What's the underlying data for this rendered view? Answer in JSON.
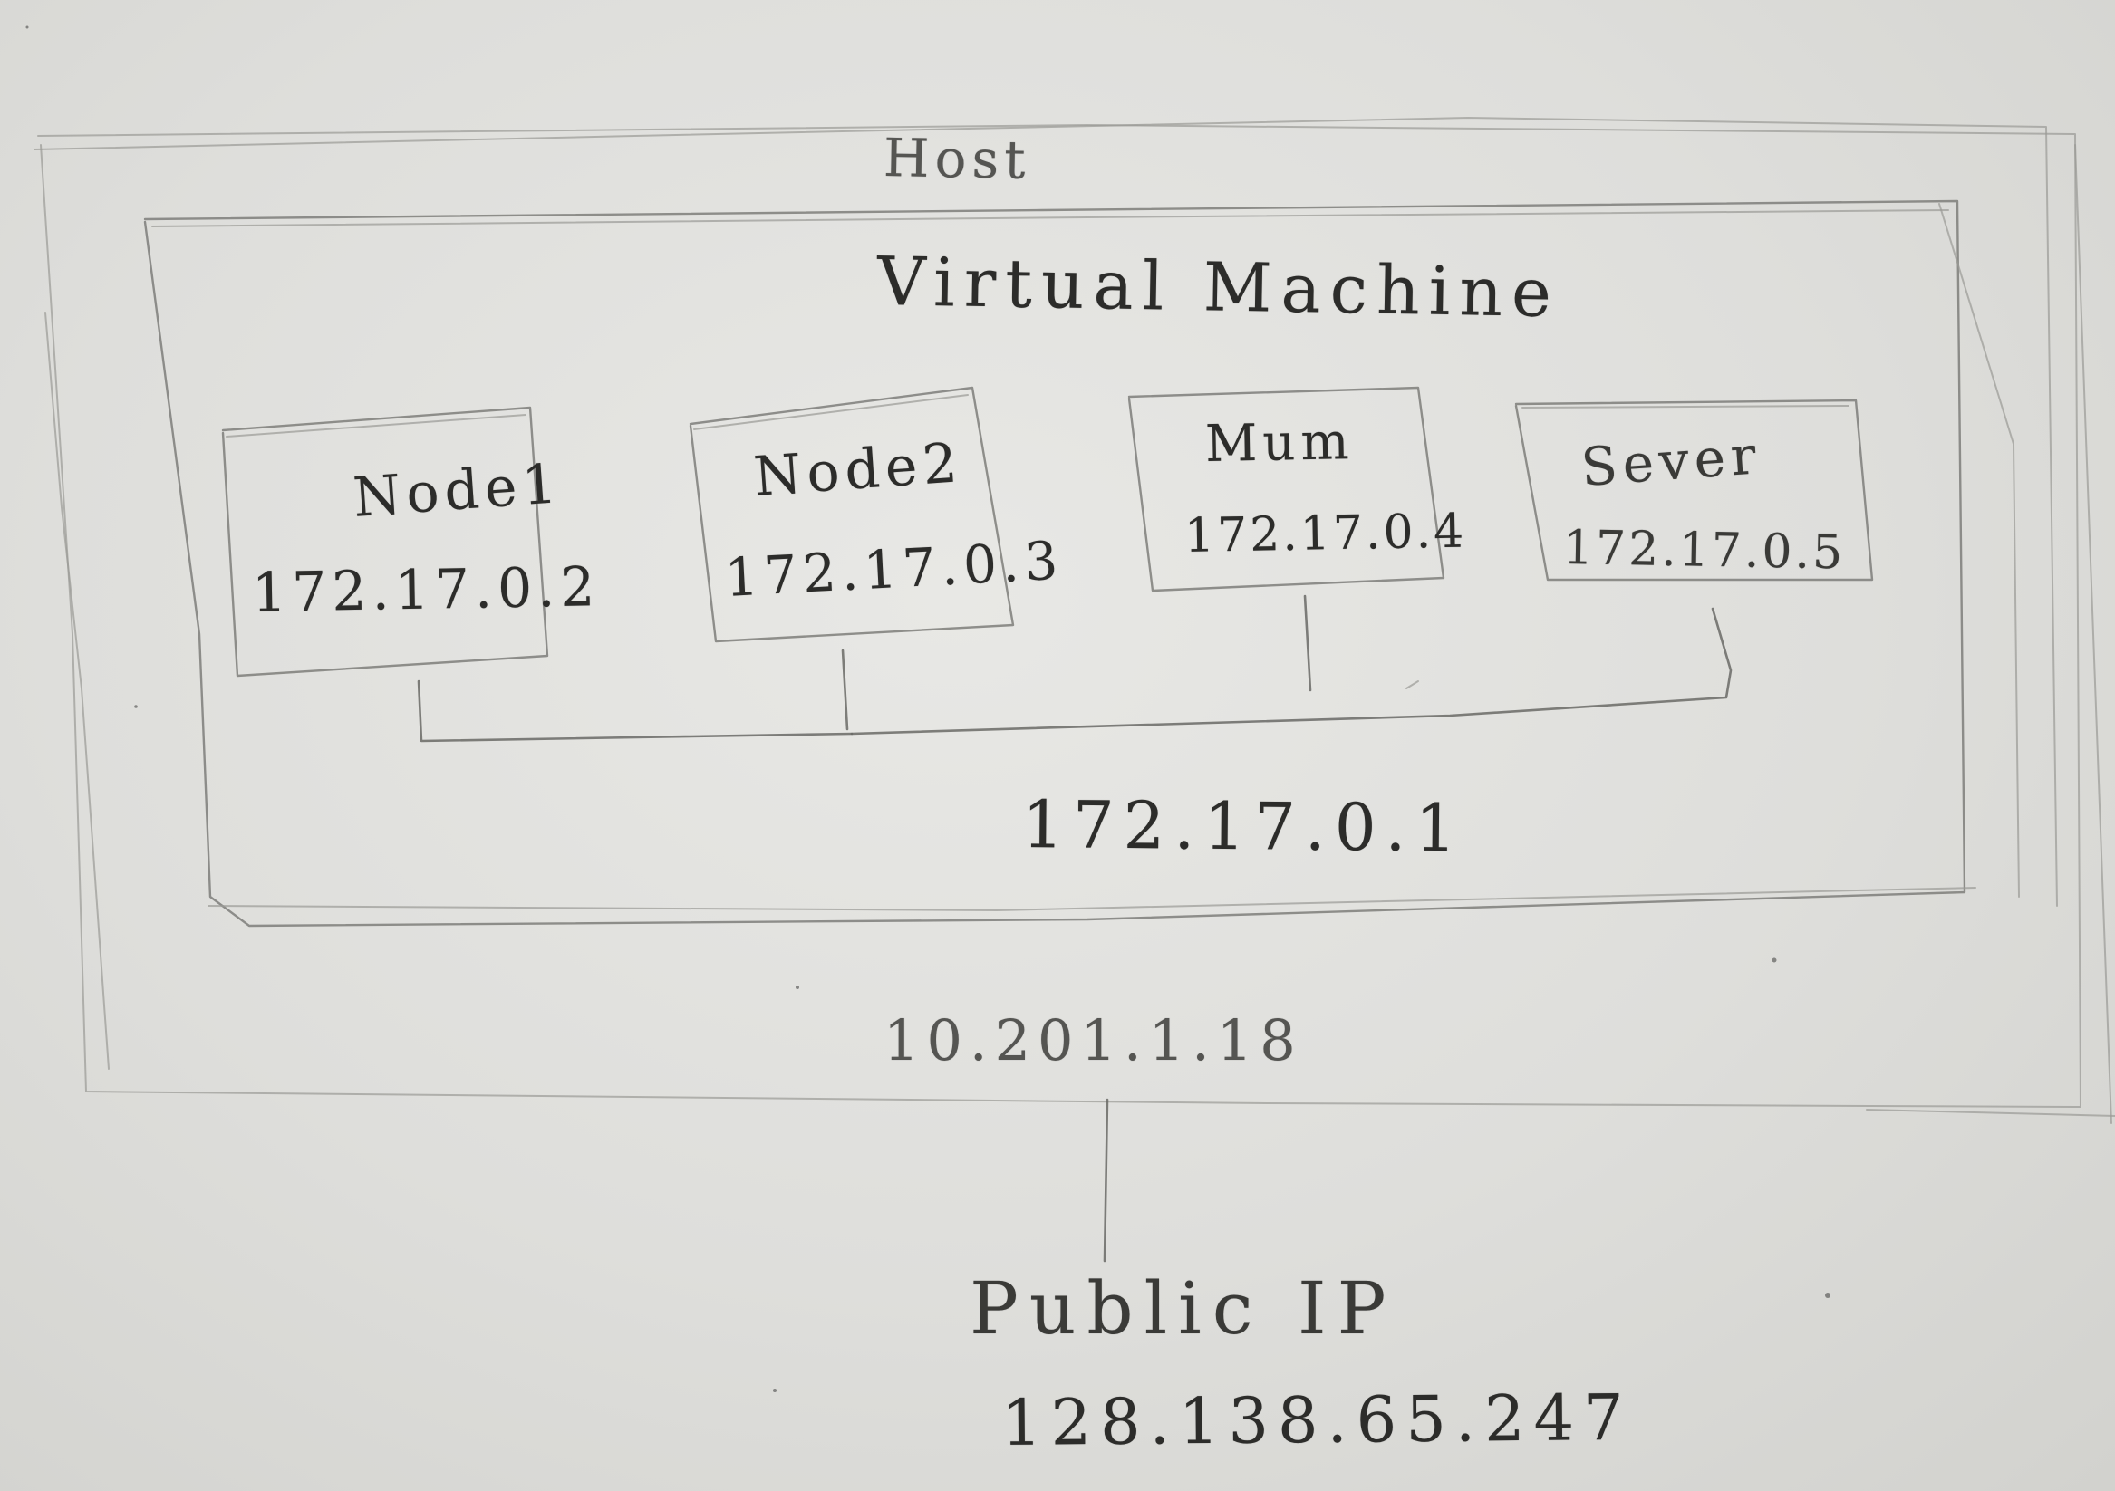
{
  "diagram": {
    "host_label": "Host",
    "vm_label": "Virtual Machine",
    "nodes": [
      {
        "name": "Node1",
        "ip": "172.17.0.2"
      },
      {
        "name": "Node2",
        "ip": "172.17.0.3"
      },
      {
        "name": "Mum",
        "ip": "172.17.0.4"
      },
      {
        "name": "Sever",
        "ip": "172.17.0.5"
      }
    ],
    "bridge_ip": "172.17.0.1",
    "host_ip": "10.201.1.18",
    "public_label": "Public IP",
    "public_ip": "128.138.65.247"
  }
}
